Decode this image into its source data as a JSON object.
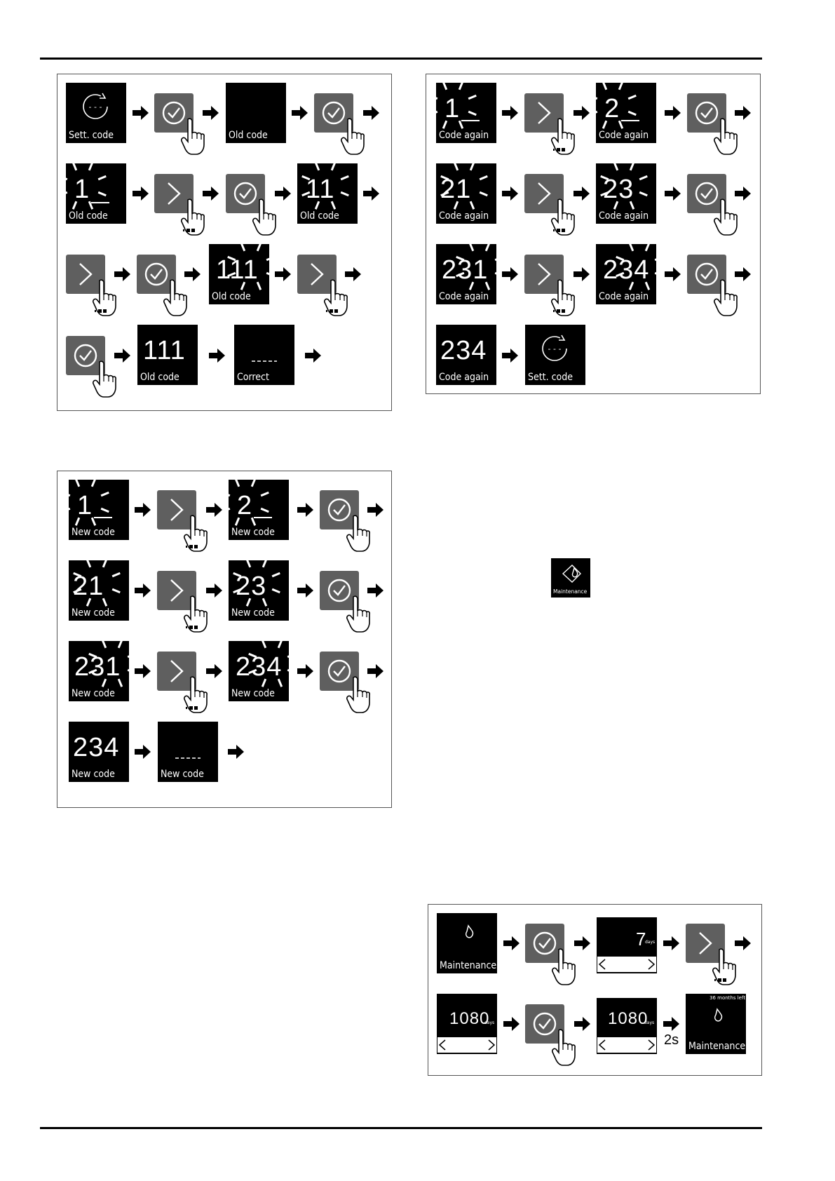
{
  "labels": {
    "sett_code": "Sett. code",
    "old_code": "Old code",
    "code_again": "Code again",
    "new_code": "New code",
    "correct": "Correct",
    "maintenance": "Maintenance",
    "months_left": "36 months left",
    "days": "days",
    "two_s": "2s"
  },
  "digits": {
    "d1": "1",
    "d2": "2",
    "d21": "21",
    "d23": "23",
    "d231": "231",
    "d234": "234",
    "d11": "11",
    "d111": "111",
    "v7": "7",
    "v1080": "1080"
  },
  "icons": [
    "settings-code-icon",
    "check-icon",
    "next-icon",
    "arrow-right-icon",
    "finger-tap-icon",
    "blink-rays-icon",
    "maintenance-filter-icon",
    "confirm-check-icon",
    "chevron-left-icon",
    "chevron-right-icon"
  ]
}
